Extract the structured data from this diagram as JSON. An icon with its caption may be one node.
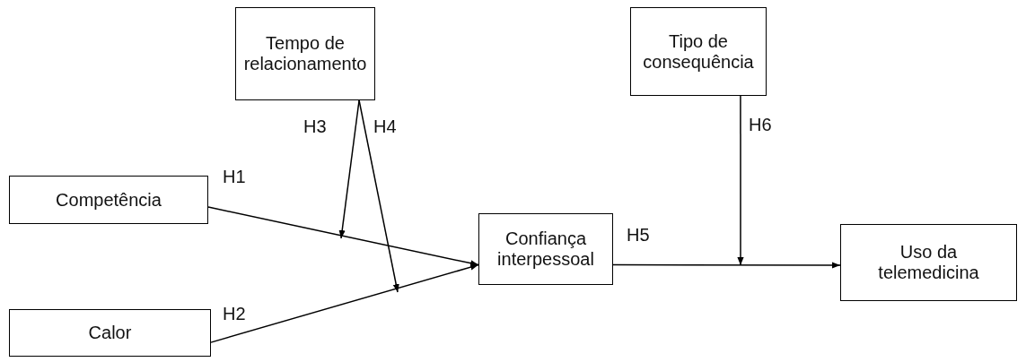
{
  "diagram": {
    "nodes": [
      {
        "text": [
          "Tempo de relacionamento"
        ]
      },
      {
        "text": [
          "Tipo de consequência"
        ]
      },
      {
        "text": [
          "Competência"
        ]
      },
      {
        "text": [
          "Confiança interpessoal"
        ]
      },
      {
        "text": [
          "Uso da telemedicina"
        ]
      },
      {
        "text": [
          "Calor"
        ]
      }
    ],
    "edges": [
      {
        "from": 2,
        "to": 3,
        "arrow": "to",
        "label": "H1"
      },
      {
        "from": 5,
        "to": 3,
        "arrow": "to",
        "label": "H2"
      },
      {
        "from": 0,
        "to": null,
        "arrow": "to",
        "label": "H3"
      },
      {
        "from": 0,
        "to": null,
        "arrow": "to",
        "label": "H4"
      },
      {
        "from": 3,
        "to": 4,
        "arrow": "to",
        "label": "H5"
      },
      {
        "from": 1,
        "to": null,
        "arrow": "to",
        "label": "H6"
      }
    ]
  }
}
